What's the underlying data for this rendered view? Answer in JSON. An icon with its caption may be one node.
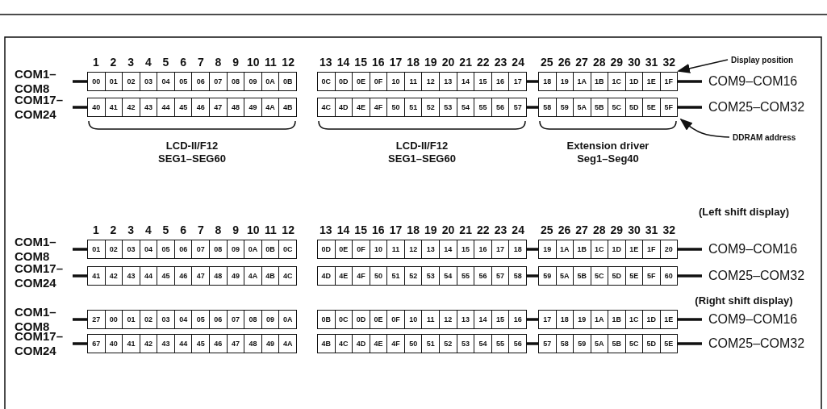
{
  "diagram": {
    "nodes": [
      {
        "text": [
          "Display position"
        ]
      },
      {
        "text": [
          "COM1– COM8"
        ]
      },
      {
        "text": [
          "00",
          "01",
          "02",
          "03",
          "04",
          "05",
          "06",
          "07",
          "08",
          "09",
          "0A",
          "0B"
        ]
      },
      {
        "text": [
          "0C",
          "0D",
          "0E",
          "0F",
          "10",
          "11",
          "12",
          "13",
          "14",
          "15",
          "16",
          "17"
        ]
      },
      {
        "text": [
          "18",
          "19",
          "1A",
          "1B",
          "1C",
          "1D",
          "1E",
          "1F"
        ]
      },
      {
        "text": [
          "COM9–COM16"
        ]
      },
      {
        "text": [
          "COM17– COM24"
        ]
      },
      {
        "text": [
          "40",
          "41",
          "42",
          "43",
          "44",
          "45",
          "46",
          "47",
          "48",
          "49",
          "4A",
          "4B"
        ]
      },
      {
        "text": [
          "4C",
          "4D",
          "4E",
          "4F",
          "50",
          "51",
          "52",
          "53",
          "54",
          "55",
          "56",
          "57"
        ]
      },
      {
        "text": [
          "58",
          "59",
          "5A",
          "5B",
          "5C",
          "5D",
          "5E",
          "5F"
        ]
      },
      {
        "text": [
          "COM25–COM32"
        ]
      },
      {
        "text": [
          "DDRAM address"
        ]
      },
      {
        "text": [
          "COM1– COM8"
        ]
      },
      {
        "text": [
          "01",
          "02",
          "03",
          "04",
          "05",
          "06",
          "07",
          "08",
          "09",
          "0A",
          "0B",
          "0C"
        ]
      },
      {
        "text": [
          "0D",
          "0E",
          "0F",
          "10",
          "11",
          "12",
          "13",
          "14",
          "15",
          "16",
          "17",
          "18"
        ]
      },
      {
        "text": [
          "19",
          "1A",
          "1B",
          "1C",
          "1D",
          "1E",
          "1F",
          "20"
        ]
      },
      {
        "text": [
          "COM9–COM16"
        ]
      },
      {
        "text": [
          "COM17– COM24"
        ]
      },
      {
        "text": [
          "41",
          "42",
          "43",
          "44",
          "45",
          "46",
          "47",
          "48",
          "49",
          "4A",
          "4B",
          "4C"
        ]
      },
      {
        "text": [
          "4D",
          "4E",
          "4F",
          "50",
          "51",
          "52",
          "53",
          "54",
          "55",
          "56",
          "57",
          "58"
        ]
      },
      {
        "text": [
          "59",
          "5A",
          "5B",
          "5C",
          "5D",
          "5E",
          "5F",
          "60"
        ]
      },
      {
        "text": [
          "COM25–COM32"
        ]
      },
      {
        "text": [
          "COM1– COM8"
        ]
      },
      {
        "text": [
          "27",
          "00",
          "01",
          "02",
          "03",
          "04",
          "05",
          "06",
          "07",
          "08",
          "09",
          "0A"
        ]
      },
      {
        "text": [
          "0B",
          "0C",
          "0D",
          "0E",
          "0F",
          "10",
          "11",
          "12",
          "13",
          "14",
          "15",
          "16"
        ]
      },
      {
        "text": [
          "17",
          "18",
          "19",
          "1A",
          "1B",
          "1C",
          "1D",
          "1E"
        ]
      },
      {
        "text": [
          "COM9–COM16"
        ]
      },
      {
        "text": [
          "COM17– COM24"
        ]
      },
      {
        "text": [
          "67",
          "40",
          "41",
          "42",
          "43",
          "44",
          "45",
          "46",
          "47",
          "48",
          "49",
          "4A"
        ]
      },
      {
        "text": [
          "4B",
          "4C",
          "4D",
          "4E",
          "4F",
          "50",
          "51",
          "52",
          "53",
          "54",
          "55",
          "56"
        ]
      },
      {
        "text": [
          "57",
          "58",
          "59",
          "5A",
          "5B",
          "5C",
          "5D",
          "5E"
        ]
      },
      {
        "text": [
          "COM25–COM32"
        ]
      }
    ],
    "edges": [
      {
        "from": 0,
        "to": 4,
        "arrow": "to"
      },
      {
        "from": 1,
        "to": 2,
        "arrow": "none"
      },
      {
        "from": 3,
        "to": 4,
        "arrow": "none"
      },
      {
        "from": 4,
        "to": 5,
        "arrow": "none"
      },
      {
        "from": 6,
        "to": 7,
        "arrow": "none"
      },
      {
        "from": 8,
        "to": 9,
        "arrow": "none"
      },
      {
        "from": 9,
        "to": 10,
        "arrow": "none"
      },
      {
        "from": 11,
        "to": 9,
        "arrow": "to"
      },
      {
        "from": 12,
        "to": 13,
        "arrow": "none"
      },
      {
        "from": 14,
        "to": 15,
        "arrow": "none"
      },
      {
        "from": 15,
        "to": 16,
        "arrow": "none"
      },
      {
        "from": 17,
        "to": 18,
        "arrow": "none"
      },
      {
        "from": 19,
        "to": 20,
        "arrow": "none"
      },
      {
        "from": 20,
        "to": 21,
        "arrow": "none"
      },
      {
        "from": 22,
        "to": 23,
        "arrow": "none"
      },
      {
        "from": 24,
        "to": 25,
        "arrow": "none"
      },
      {
        "from": 25,
        "to": 26,
        "arrow": "none"
      },
      {
        "from": 27,
        "to": 28,
        "arrow": "none"
      },
      {
        "from": 29,
        "to": 30,
        "arrow": "none"
      },
      {
        "from": 30,
        "to": 31,
        "arrow": "none"
      }
    ],
    "labels": [
      "1",
      "2",
      "3",
      "4",
      "5",
      "6",
      "7",
      "8",
      "9",
      "10",
      "11",
      "12",
      "13",
      "14",
      "15",
      "16",
      "17",
      "18",
      "19",
      "20",
      "21",
      "22",
      "23",
      "24",
      "25",
      "26",
      "27",
      "28",
      "29",
      "30",
      "31",
      "32",
      "LCD-II/F12",
      "SEG1–SEG60",
      "LCD-II/F12",
      "SEG1–SEG60",
      "Extension driver",
      "Seg1–Seg40",
      "(Left shift display)",
      "1",
      "2",
      "3",
      "4",
      "5",
      "6",
      "7",
      "8",
      "9",
      "10",
      "11",
      "12",
      "13",
      "14",
      "15",
      "16",
      "17",
      "18",
      "19",
      "20",
      "21",
      "22",
      "23",
      "24",
      "25",
      "26",
      "27",
      "28",
      "29",
      "30",
      "31",
      "32",
      "(Right shift display)"
    ]
  }
}
